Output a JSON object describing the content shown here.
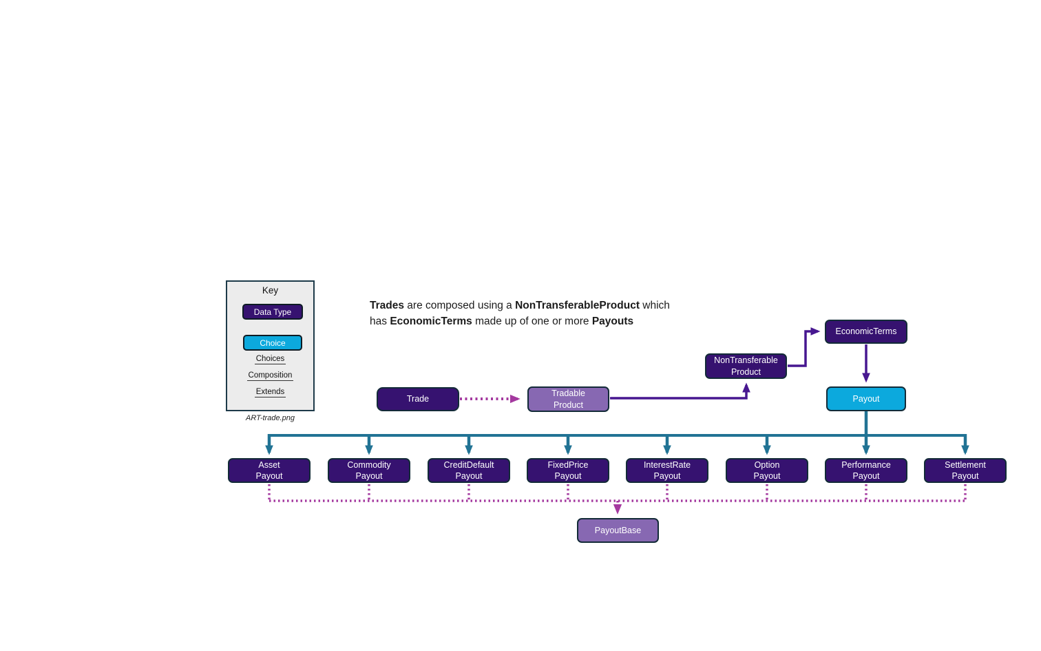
{
  "headline": {
    "segments": [
      {
        "text": "Trades",
        "bold": true
      },
      {
        "text": " are composed using a ",
        "bold": false
      },
      {
        "text": "NonTransferableProduct",
        "bold": true
      },
      {
        "text": " which\nhas ",
        "bold": false
      },
      {
        "text": "EconomicTerms",
        "bold": true
      },
      {
        "text": " made up of one or more ",
        "bold": false
      },
      {
        "text": "Payouts",
        "bold": true
      }
    ]
  },
  "key": {
    "title": "Key",
    "data_type_label": "Data Type",
    "choice_label": "Choice",
    "choices_label": "Choices",
    "composition_label": "Composition",
    "extends_label": "Extends",
    "caption": "ART-trade.png"
  },
  "nodes": {
    "trade": "Trade",
    "tradable_product": "Tradable\nProduct",
    "nontransferable_product": "NonTransferable\nProduct",
    "economic_terms": "EconomicTerms",
    "payout": "Payout",
    "payout_base": "PayoutBase"
  },
  "payout_types": [
    "Asset\nPayout",
    "Commodity\nPayout",
    "CreditDefault\nPayout",
    "FixedPrice\nPayout",
    "InterestRate\nPayout",
    "Option\nPayout",
    "Performance\nPayout",
    "Settlement\nPayout"
  ],
  "colors": {
    "data_type_fill": "#361270",
    "choice_fill": "#0ca9dd",
    "base_fill": "#8768b2",
    "box_border": "#132b38",
    "choices_arrow": "#217394",
    "composition_arrow": "#471790",
    "extends_arrow": "#a4399f",
    "key_background": "#ececec",
    "key_border": "#1d3a49"
  }
}
